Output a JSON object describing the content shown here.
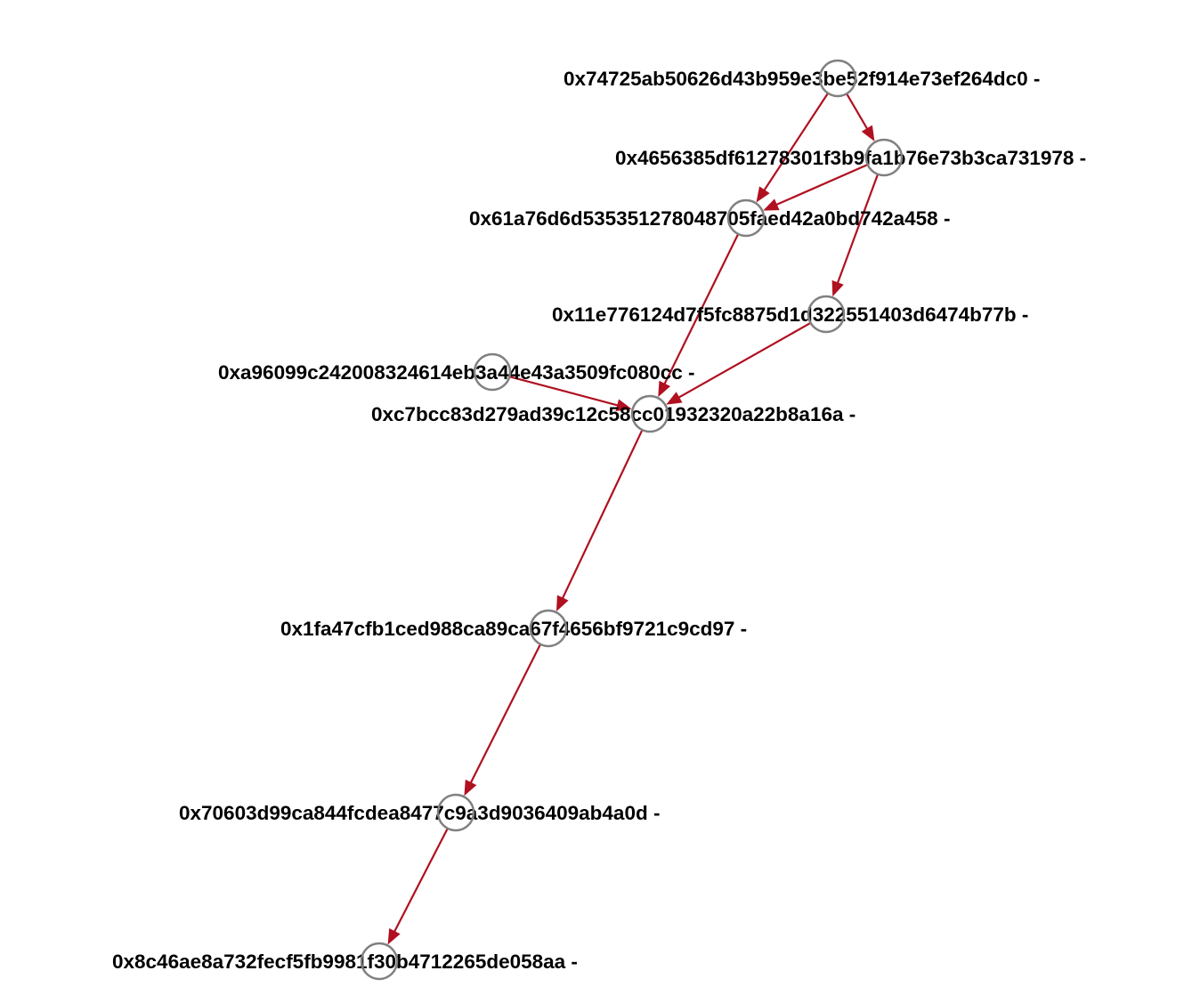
{
  "diagram": {
    "type": "directed-graph",
    "colors": {
      "edge": "#b01020",
      "node_outline": "#808080",
      "label": "#000000",
      "background": "#ffffff"
    },
    "nodes": [
      {
        "id": "n1",
        "label": "0x74725ab50626d43b959e3be52f914e73ef264dc0 -"
      },
      {
        "id": "n2",
        "label": "0x4656385df61278301f3b9fa1b76e73b3ca731978 -"
      },
      {
        "id": "n3",
        "label": "0x61a76d6d53535127804870 5faed42a0bd742a458 -"
      },
      {
        "id": "n4",
        "label": "0x11e776124d7f5fc8875d1d322551403d6474b77b -"
      },
      {
        "id": "n5",
        "label": "0xa96099c24200832461 4eb3a44e43a3509fc080cc -"
      },
      {
        "id": "n6",
        "label": "0xc7bcc83d279ad39c12c58cc01932320a22b8a16a -"
      },
      {
        "id": "n7",
        "label": "0x1fa47cfb1ced988ca89ca67f4656bf9721c9cd97 -"
      },
      {
        "id": "n8",
        "label": "0x70603d99ca844fcdea8477c9a3d9036409ab4a0d -"
      },
      {
        "id": "n9",
        "label": "0x8c46ae8a732fecf5fb9981f30b4712265de058aa -"
      }
    ],
    "edges": [
      {
        "from": "n1",
        "to": "n2"
      },
      {
        "from": "n1",
        "to": "n3"
      },
      {
        "from": "n2",
        "to": "n3"
      },
      {
        "from": "n2",
        "to": "n4"
      },
      {
        "from": "n3",
        "to": "n6"
      },
      {
        "from": "n4",
        "to": "n6"
      },
      {
        "from": "n5",
        "to": "n6"
      },
      {
        "from": "n6",
        "to": "n7"
      },
      {
        "from": "n7",
        "to": "n8"
      },
      {
        "from": "n8",
        "to": "n9"
      }
    ]
  }
}
